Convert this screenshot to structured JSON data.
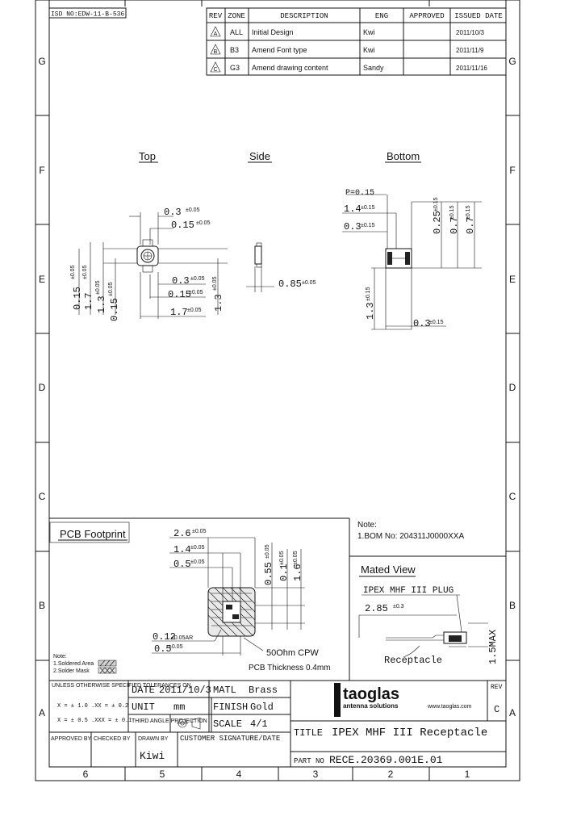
{
  "doc_id": "ISD NO:EDW-11-B-536",
  "grid": {
    "cols": [
      "6",
      "5",
      "4",
      "3",
      "2",
      "1"
    ],
    "rows": [
      "G",
      "F",
      "E",
      "D",
      "C",
      "B",
      "A"
    ]
  },
  "revision_table": {
    "headers": [
      "REV",
      "ZONE",
      "DESCRIPTION",
      "ENG",
      "APPROVED",
      "ISSUED DATE"
    ],
    "rows": [
      {
        "rev": "A",
        "zone": "ALL",
        "desc": "Initial Design",
        "eng": "Kwi",
        "approved": "",
        "date": "2011/10/3"
      },
      {
        "rev": "B",
        "zone": "B3",
        "desc": "Amend Font type",
        "eng": "Kwi",
        "approved": "",
        "date": "2011/11/9"
      },
      {
        "rev": "C",
        "zone": "G3",
        "desc": "Amend drawing content",
        "eng": "Sandy",
        "approved": "",
        "date": "2011/11/16"
      }
    ]
  },
  "views": {
    "top": "Top",
    "side": "Side",
    "bottom": "Bottom"
  },
  "top_dims": {
    "d1": "0.3",
    "d1_tol": "±0.05",
    "d2": "0.15",
    "d2_tol": "±0.05",
    "d3": "0.3",
    "d3_tol": "±0.05",
    "d4": "0.15",
    "d4_tol": "±0.05",
    "d5": "1.7",
    "d5_tol": "±0.05",
    "v1": "0.15",
    "v1_tol": "±0.05",
    "v2": "1.7",
    "v2_tol": "±0.05",
    "v3": "1.3",
    "v3_tol": "±0.05",
    "v4": "0.15",
    "v4_tol": "±0.05",
    "v5": "1.3",
    "v5_tol": "±0.05"
  },
  "side_dims": {
    "h": "0.85",
    "h_tol": "±0.05"
  },
  "bottom_dims": {
    "p": "P=0.15",
    "a": "1.4",
    "a_tol": "±0.15",
    "b": "0.3",
    "b_tol": "±0.15",
    "c": "0.25",
    "c_tol": "±0.15",
    "d": "0.7",
    "d_tol": "±0.15",
    "e": "0.7",
    "e_tol": "±0.15",
    "f": "1.3",
    "f_tol": "±0.15",
    "g": "0.3",
    "g_tol": "±0.15"
  },
  "pcb": {
    "title": "PCB Footprint",
    "d1": "2.6",
    "d1_tol": "±0.05",
    "d2": "1.4",
    "d2_tol": "±0.05",
    "d3": "0.5",
    "d3_tol": "±0.05",
    "v1": "0.55",
    "v1_tol": "±0.05",
    "v2": "0.1",
    "v2_tol": "±0.05",
    "v3": "1.6",
    "v3_tol": "±0.05",
    "r": "0.12",
    "r_tol": "±0.05AR",
    "d4": "0.5",
    "d4_tol": "±0.05",
    "cpw": "50Ohm CPW",
    "thickness": "PCB Thickness 0.4mm"
  },
  "legend": {
    "title": "Note:",
    "item1": "1.Soldered Area",
    "item2": "2.Solder Mask"
  },
  "note": {
    "title": "Note:",
    "line1": "1.BOM No: 204311J0000XXA"
  },
  "mated": {
    "title": "Mated View",
    "plug": "IPEX MHF III PLUG",
    "dim": "2.85",
    "dim_tol": "±0.3",
    "receptacle": "Receptacle",
    "height": "1.5MAX"
  },
  "title_block": {
    "tolerance_head": "UNLESS OTHERWISE SPECIFIED TOLERANCES ON",
    "tol1": "X = ± 1.0   .XX = ± 0.2",
    "tol2": "X = ± 0.5   .XXX = ± 0.1",
    "date_label": "DATE",
    "date": "2011/10/3",
    "unit_label": "UNIT",
    "unit": "mm",
    "projection": "THIRD ANGLE PROJECTION",
    "matl_label": "MATL",
    "matl": "Brass",
    "finish_label": "FINISH",
    "finish": "Gold",
    "scale_label": "SCALE",
    "scale": "4/1",
    "brand": "taoglas",
    "brand_sub": "antenna solutions",
    "brand_tag": "www.taoglas.com",
    "rev_label": "REV",
    "rev": "C",
    "title_label": "TITLE",
    "title": "IPEX MHF III Receptacle",
    "approved_label": "APPROVED BY",
    "checked_label": "CHECKED BY",
    "drawn_label": "DRAWN BY",
    "drawn": "Kiwi",
    "customer_label": "CUSTOMER SIGNATURE/DATE",
    "part_label": "PART NO",
    "part": "RECE.20369.001E.01"
  }
}
